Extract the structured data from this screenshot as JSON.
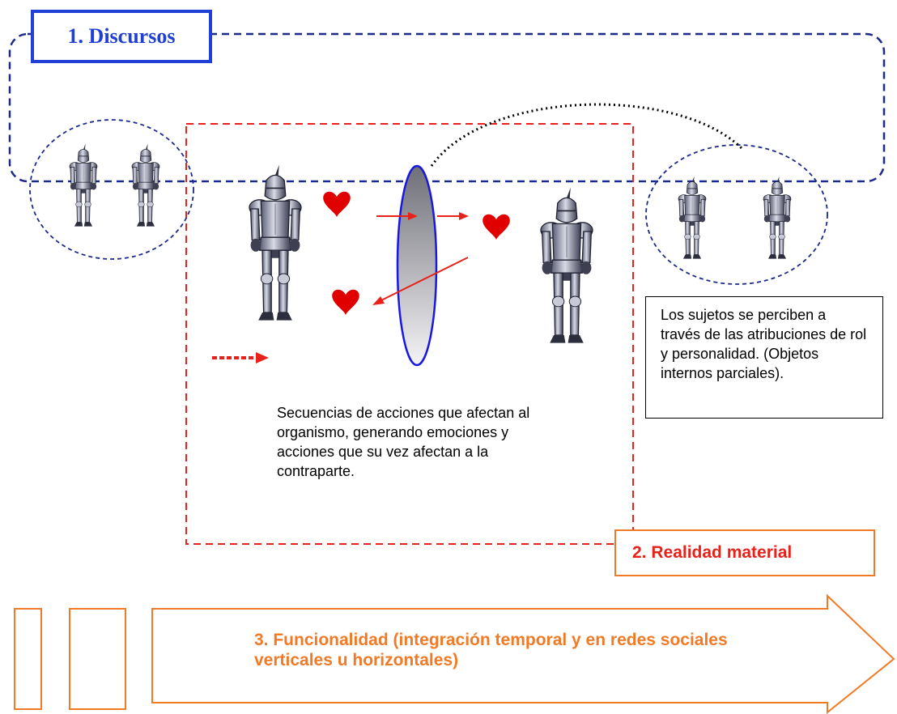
{
  "discursos_label": "1. Discursos",
  "realidad_label": "2. Realidad material",
  "funcionalidad_label": "3. Funcionalidad (integración temporal y en redes sociales verticales u horizontales)",
  "sequence_text": "Secuencias de acciones que afectan al organismo, generando emociones y acciones que su vez afectan a la contraparte.",
  "roles_text": "Los sujetos se perciben a través de las atribuciones de rol y personalidad. (Objetos internos parciales).",
  "icons": [
    "knight-icon",
    "heart-icon",
    "arrow-icon",
    "lens-icon"
  ],
  "colors": {
    "discursos_blue": "#1f3fd6",
    "dashed_navy": "#1c2a8a",
    "material_red": "#e8221a",
    "functional_orange": "#f07a26"
  }
}
